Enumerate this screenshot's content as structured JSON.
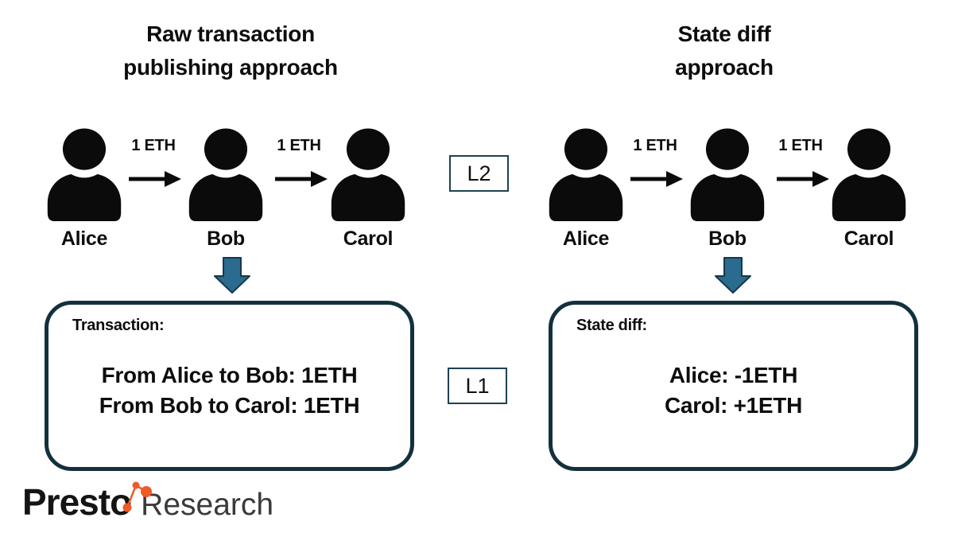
{
  "panels": [
    {
      "title_line1": "Raw transaction",
      "title_line2": "publishing approach",
      "actors": [
        "Alice",
        "Bob",
        "Carol"
      ],
      "transfers": [
        "1 ETH",
        "1 ETH"
      ],
      "box": {
        "label": "Transaction:",
        "lines": [
          "From Alice to Bob: 1ETH",
          "From Bob to Carol: 1ETH"
        ]
      }
    },
    {
      "title_line1": "State diff",
      "title_line2": "approach",
      "actors": [
        "Alice",
        "Bob",
        "Carol"
      ],
      "transfers": [
        "1 ETH",
        "1 ETH"
      ],
      "box": {
        "label": "State diff:",
        "lines": [
          "Alice: -1ETH",
          "Carol: +1ETH"
        ]
      }
    }
  ],
  "layers": {
    "l2": "L2",
    "l1": "L1"
  },
  "logo": {
    "brand": "Presto",
    "suffix": "Research"
  },
  "icons": {
    "person": "person-icon",
    "transfer": "arrow-right-icon",
    "publish": "arrow-down-icon",
    "molecule": "molecule-dots-icon"
  },
  "colors": {
    "publish_arrow_fill": "#2A6B8F",
    "publish_arrow_stroke": "#16394A",
    "box_border": "#13303d",
    "badge_border": "#1d4253",
    "accent_orange": "#F05A28",
    "text": "#0d0d0d"
  }
}
